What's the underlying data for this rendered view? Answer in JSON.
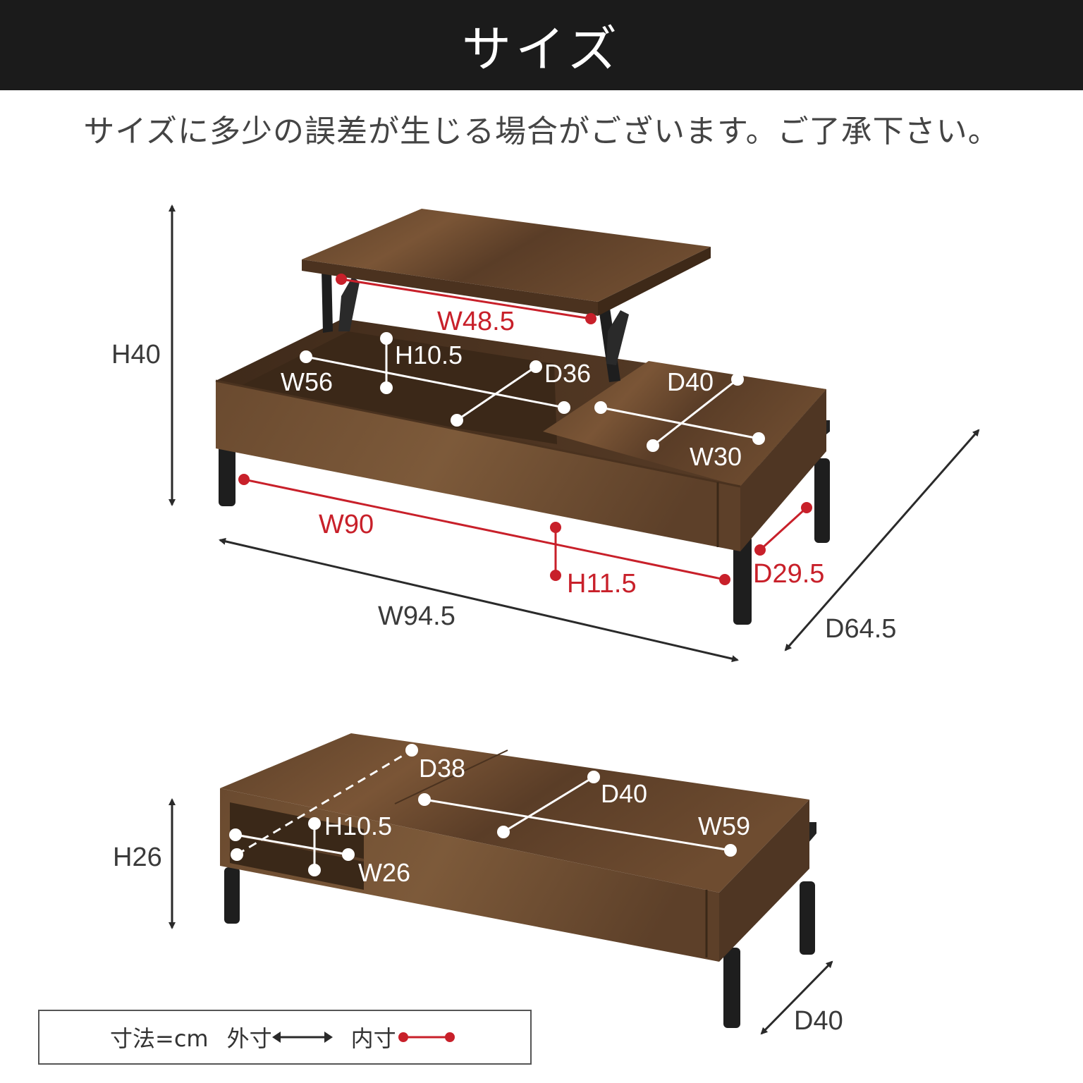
{
  "header": {
    "title": "サイズ"
  },
  "notice": "サイズに多少の誤差が生じる場合がございます。ご了承下さい。",
  "colors": {
    "header_bg": "#1b1b1b",
    "outer_dimension": "#3a3a3a",
    "inner_dimension": "#c8202a",
    "wood": "#6b4a2e",
    "metal": "#1e1e1e"
  },
  "upper_table": {
    "outer": {
      "height": "H40",
      "width": "W94.5",
      "depth": "D64.5"
    },
    "inner": {
      "lift_width": "W48.5",
      "bottom_width": "W90",
      "bottom_height": "H11.5",
      "side_depth": "D29.5"
    },
    "interior": {
      "box_width": "W56",
      "box_height": "H10.5",
      "box_depth": "D36",
      "side_depth": "D40",
      "side_width": "W30"
    }
  },
  "lower_table": {
    "outer": {
      "height": "H26",
      "depth": "D40"
    },
    "interior": {
      "shelf_depth": "D38",
      "shelf_height": "H10.5",
      "shelf_width": "W26",
      "top_depth": "D40",
      "top_width": "W59"
    }
  },
  "legend": {
    "unit": "寸法=cm",
    "outer": "外寸",
    "inner": "内寸"
  }
}
